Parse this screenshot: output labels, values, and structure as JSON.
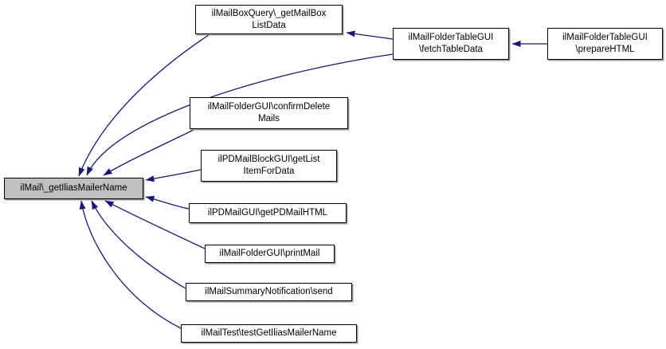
{
  "diagram": {
    "kind": "caller-graph",
    "colors": {
      "edge": "#191970",
      "node_border": "#000000",
      "node_fill": "#ffffff",
      "highlight_fill": "#bfbfbf",
      "text": "#000000",
      "shadow": "#9a9a9a"
    }
  },
  "nodes": [
    {
      "id": "ilmail-getiliasmailername",
      "lines": [
        "ilMail\\_getIliasMailerName"
      ],
      "highlighted": true
    },
    {
      "id": "ilmailboxquery-getmailboxlistdata",
      "lines": [
        "ilMailBoxQuery\\_getMailBox",
        "ListData"
      ]
    },
    {
      "id": "ilmailfoldertablegui-fetchtabledata",
      "lines": [
        "ilMailFolderTableGUI",
        "\\fetchTableData"
      ]
    },
    {
      "id": "ilmailfoldertablegui-preparehtml",
      "lines": [
        "ilMailFolderTableGUI",
        "\\prepareHTML"
      ]
    },
    {
      "id": "ilmailfoldergui-confirmdeletemails",
      "lines": [
        "ilMailFolderGUI\\confirmDelete",
        "Mails"
      ]
    },
    {
      "id": "ilpdmailblockgui-getlistitemfordata",
      "lines": [
        "ilPDMailBlockGUI\\getList",
        "ItemForData"
      ]
    },
    {
      "id": "ilpdmailgui-getpdmailhtml",
      "lines": [
        "ilPDMailGUI\\getPDMailHTML"
      ]
    },
    {
      "id": "ilmailfoldergui-printmail",
      "lines": [
        "ilMailFolderGUI\\printMail"
      ]
    },
    {
      "id": "ilmailsummarynotification-send",
      "lines": [
        "ilMailSummaryNotification\\send"
      ]
    },
    {
      "id": "ilmailtest-testgetiliasmailername",
      "lines": [
        "ilMailTest\\testGetIliasMailerName"
      ]
    }
  ]
}
